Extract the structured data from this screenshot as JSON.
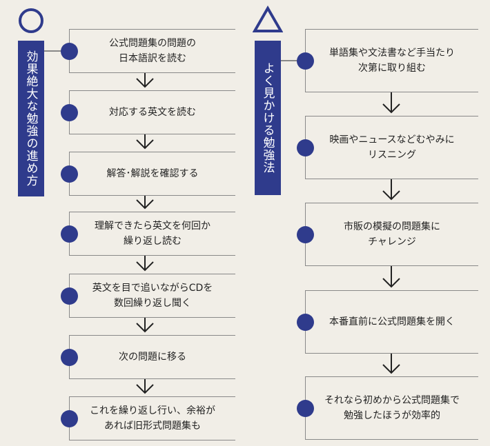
{
  "left": {
    "symbol": "circle-mark",
    "title": "効果絶大な勉強の進め方",
    "steps": [
      "公式問題集の問題の\n日本語訳を読む",
      "対応する英文を読む",
      "解答･解説を確認する",
      "理解できたら英文を何回か\n繰り返し読む",
      "英文を目で追いながらCDを\n数回繰り返し聞く",
      "次の問題に移る",
      "これを繰り返し行い、余裕が\nあれば旧形式問題集も"
    ]
  },
  "right": {
    "symbol": "triangle-mark",
    "title": "よく見かける勉強法",
    "steps": [
      "単語集や文法書など手当たり\n次第に取り組む",
      "映画やニュースなどむやみに\nリスニング",
      "市販の模擬の問題集に\nチャレンジ",
      "本番直前に公式問題集を開く",
      "それなら初めから公式問題集で\n勉強したほうが効率的"
    ]
  },
  "colors": {
    "accent": "#2f3b8c",
    "background": "#f1eee7"
  }
}
